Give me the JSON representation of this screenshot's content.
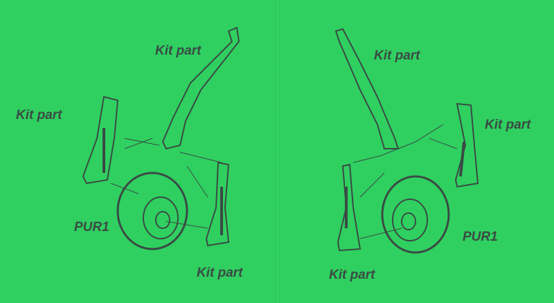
{
  "colors": {
    "background": "#2fd060",
    "ink": "#3a4a44"
  },
  "left_panel": {
    "labels": {
      "strut_top": "Kit part",
      "strut_left": "Kit part",
      "wheel": "PUR1",
      "strut_bottom": "Kit part"
    }
  },
  "right_panel": {
    "labels": {
      "strut_top": "Kit part",
      "strut_right": "Kit part",
      "wheel": "PUR1",
      "strut_bottom": "Kit part"
    }
  }
}
